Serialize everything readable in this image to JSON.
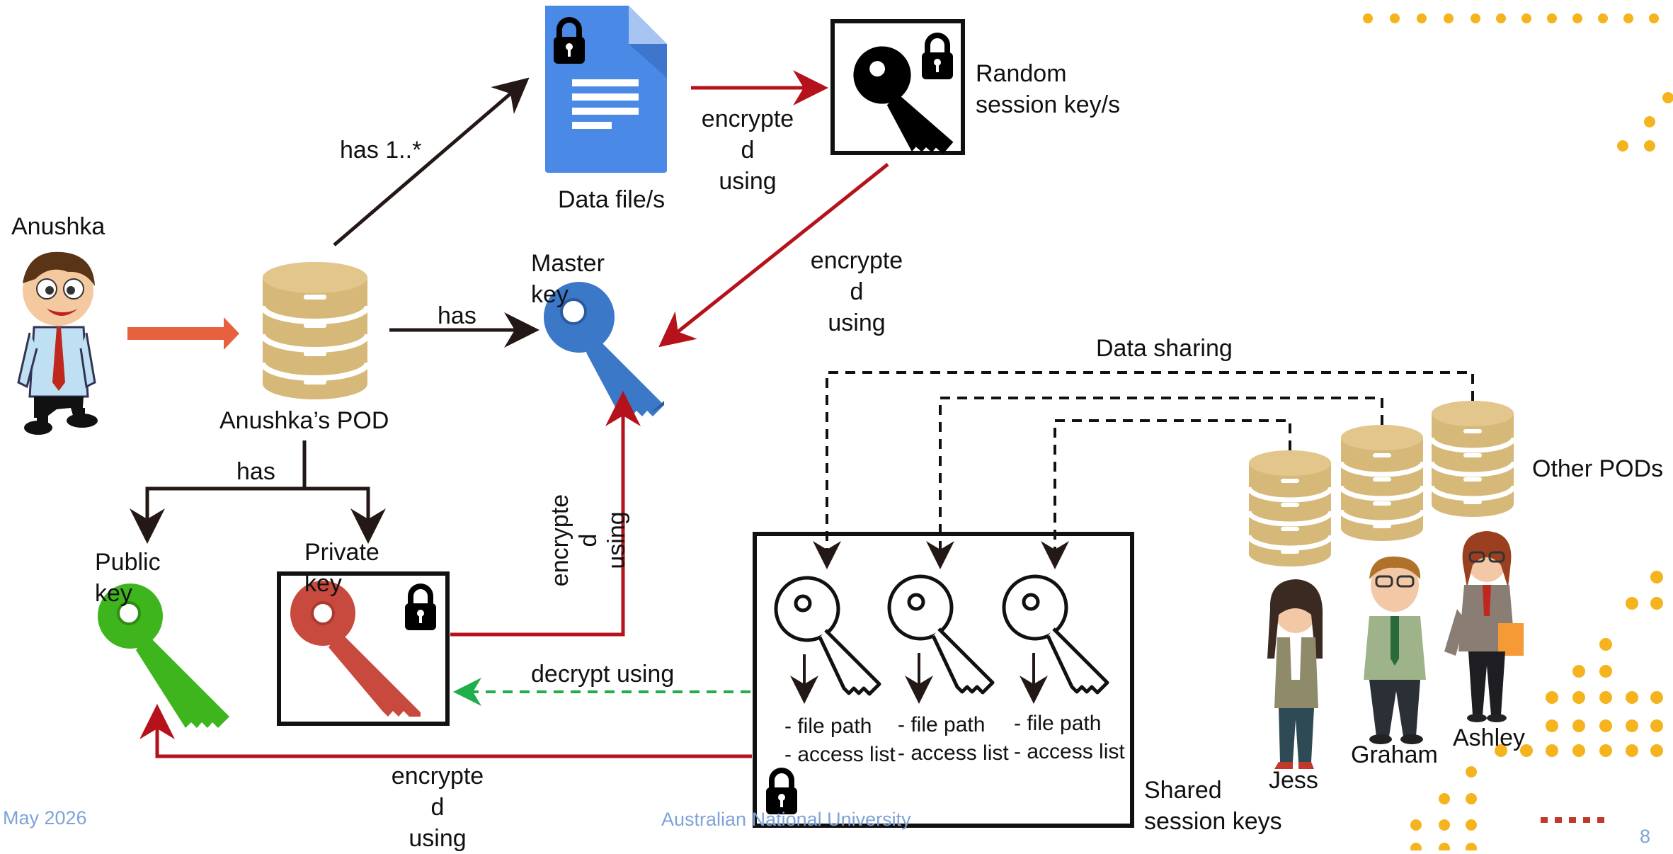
{
  "diagram": {
    "person_name": "Anushka",
    "pod_label": "Anushka’s POD",
    "edge_has_files": "has 1..*",
    "edge_has_key": "has",
    "edge_has_keypair": "has",
    "data_file_label": "Data file/s",
    "random_session_label_1": "Random",
    "random_session_label_2": "session key/s",
    "master_key_label_1": "Master",
    "master_key_label_2": "key",
    "public_key_label_1": "Public",
    "public_key_label_2": "key",
    "private_key_label_1": "Private",
    "private_key_label_2": "key",
    "enc_file_lines": [
      "encrypte",
      "d",
      "using"
    ],
    "enc_session_lines": [
      "encrypte",
      "d",
      "using"
    ],
    "enc_private_lines": [
      "encrypte",
      "d",
      "using"
    ],
    "enc_bottom_lines": [
      "encrypte",
      "d",
      "using"
    ],
    "decrypt_label": "decrypt using",
    "data_sharing_label": "Data sharing",
    "other_pods_label": "Other PODs",
    "shared_keys_label_1": "Shared",
    "shared_keys_label_2": "session keys",
    "shared_keys": [
      {
        "line1": "- file path",
        "line2": "- access list"
      },
      {
        "line1": "- file path",
        "line2": "- access list"
      },
      {
        "line1": "- file path",
        "line2": "- access list"
      }
    ],
    "people": [
      "Jess",
      "Graham",
      "Ashley"
    ]
  },
  "footer": {
    "date": "May 2026",
    "org": "Australian National University",
    "page": "8"
  },
  "colors": {
    "dark_arrow": "#231815",
    "red_arrow": "#b5121b",
    "green_dashed": "#1fae4b",
    "orange_arrow": "#e8613f",
    "pod_tan": "#d6b878",
    "doc_blue": "#4a89e6",
    "master_key_blue": "#3b78c8",
    "public_key_green": "#3fb51d",
    "private_key_red": "#c84a3f",
    "decor_dots": "#f5b41d"
  }
}
